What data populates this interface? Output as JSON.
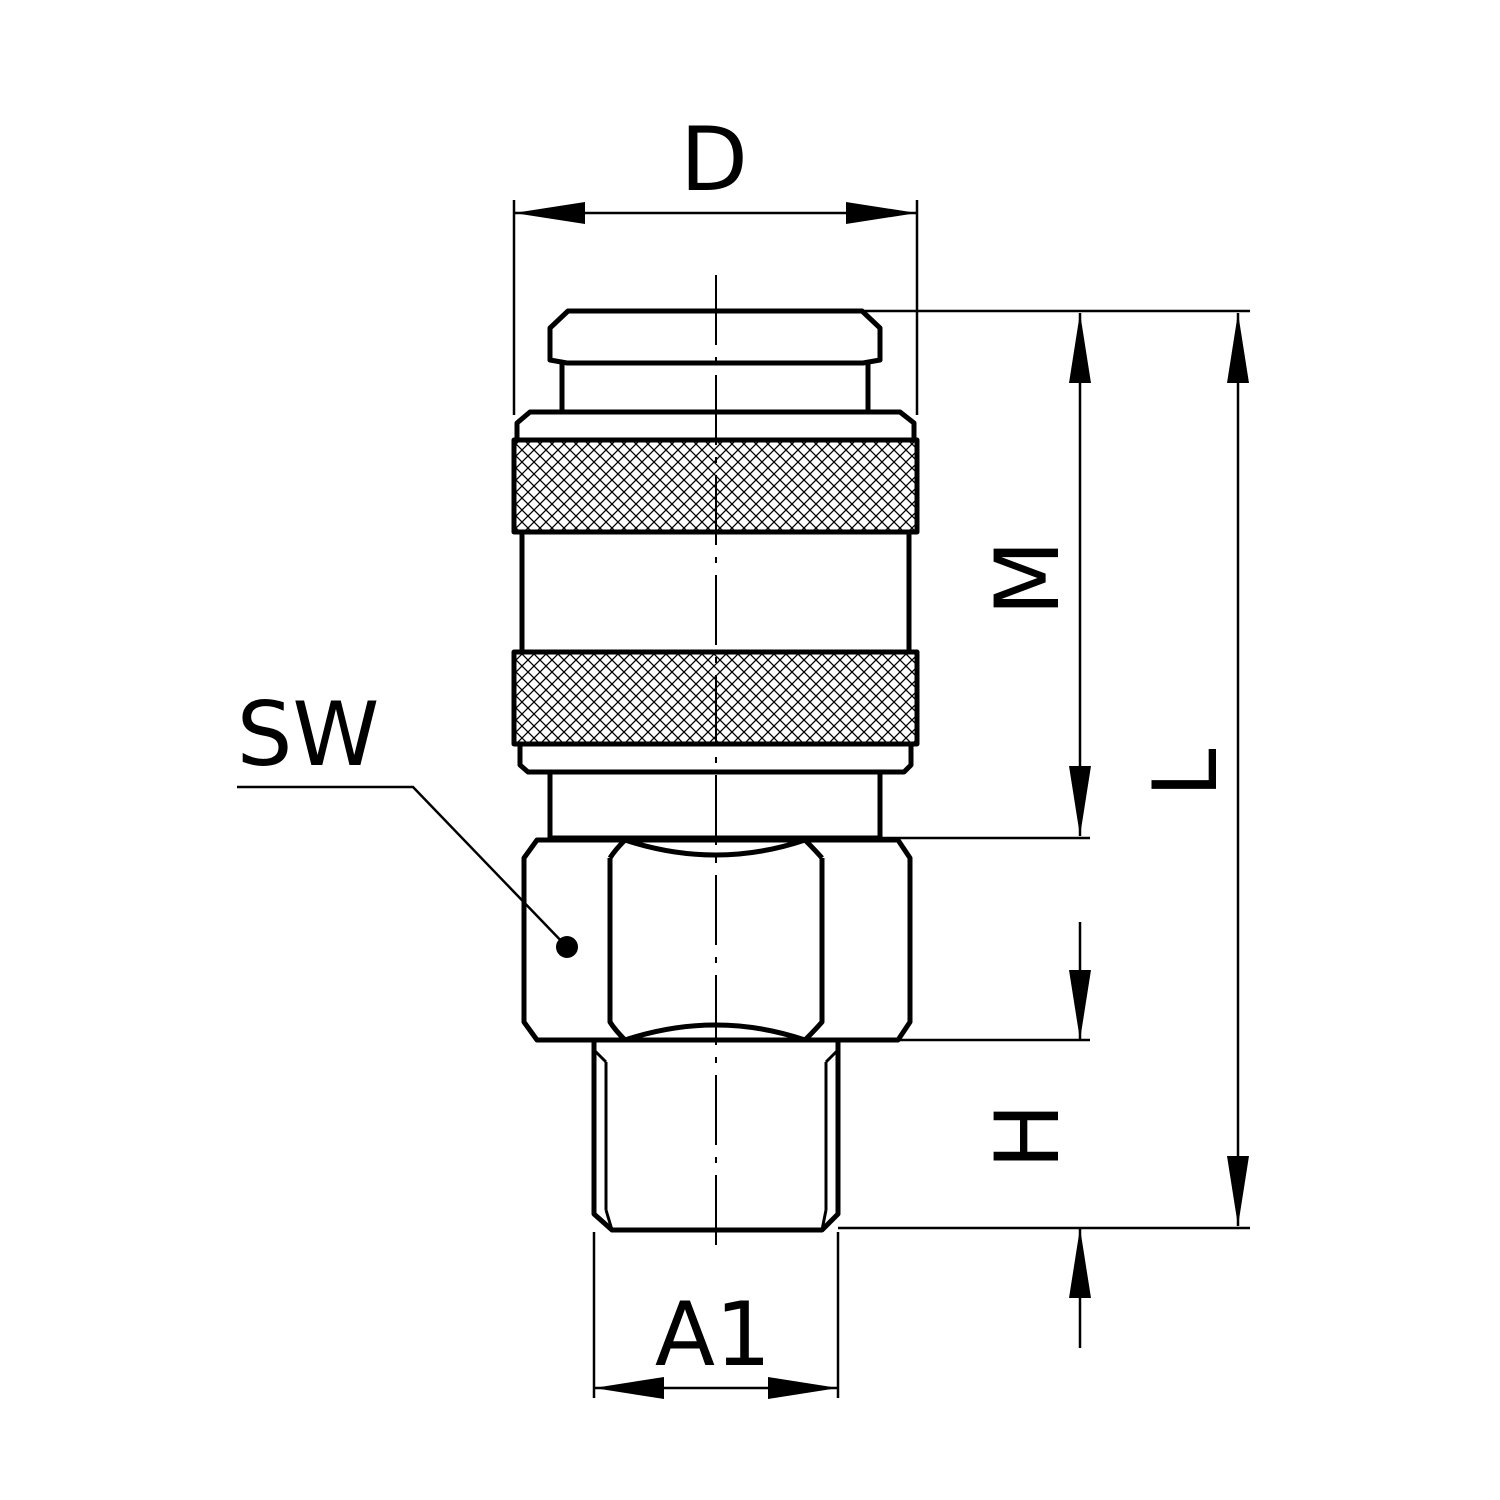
{
  "drawing": {
    "labels": {
      "D": "D",
      "M": "M",
      "L": "L",
      "H": "H",
      "A1": "A1",
      "SW": "SW"
    },
    "colors": {
      "line": "#000000",
      "background": "#ffffff"
    }
  }
}
